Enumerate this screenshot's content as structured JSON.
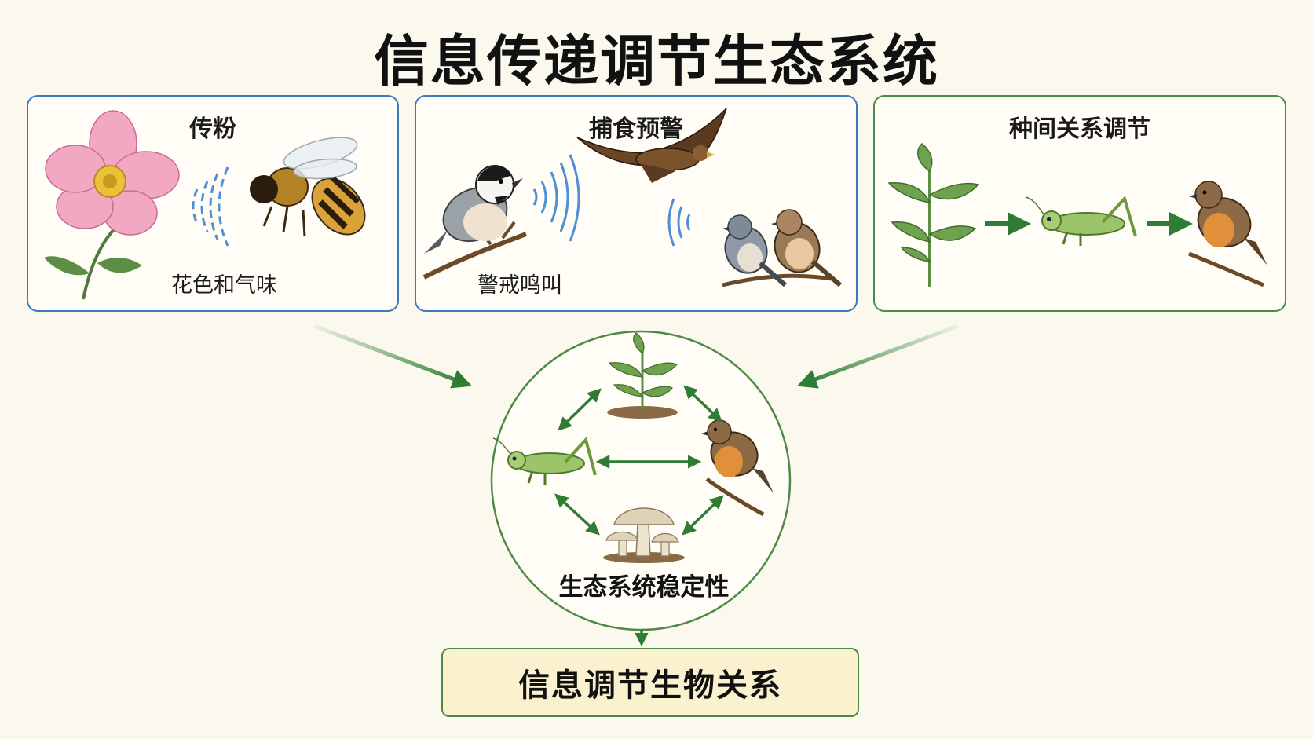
{
  "title": "信息传递调节生态系统",
  "panels": [
    {
      "title": "传粉",
      "label": "花色和气味"
    },
    {
      "title": "捕食预警",
      "label": "警戒鸣叫"
    },
    {
      "title": "种间关系调节",
      "label": ""
    }
  ],
  "center": {
    "label": "生态系统稳定性"
  },
  "result": {
    "label": "信息调节生物关系"
  },
  "colors": {
    "blue_border": "#3d78c2",
    "green_border": "#4e8a45",
    "arrow_green": "#2f7d34",
    "signal_blue": "#4f8fd6",
    "result_bg": "#faf2cf",
    "background": "#fbf9ee"
  },
  "icons": [
    "flower-icon",
    "bee-icon",
    "sound-wave-icon",
    "chickadee-icon",
    "hawk-icon",
    "small-birds-icon",
    "plant-icon",
    "grasshopper-icon",
    "robin-icon",
    "mushroom-icon"
  ]
}
